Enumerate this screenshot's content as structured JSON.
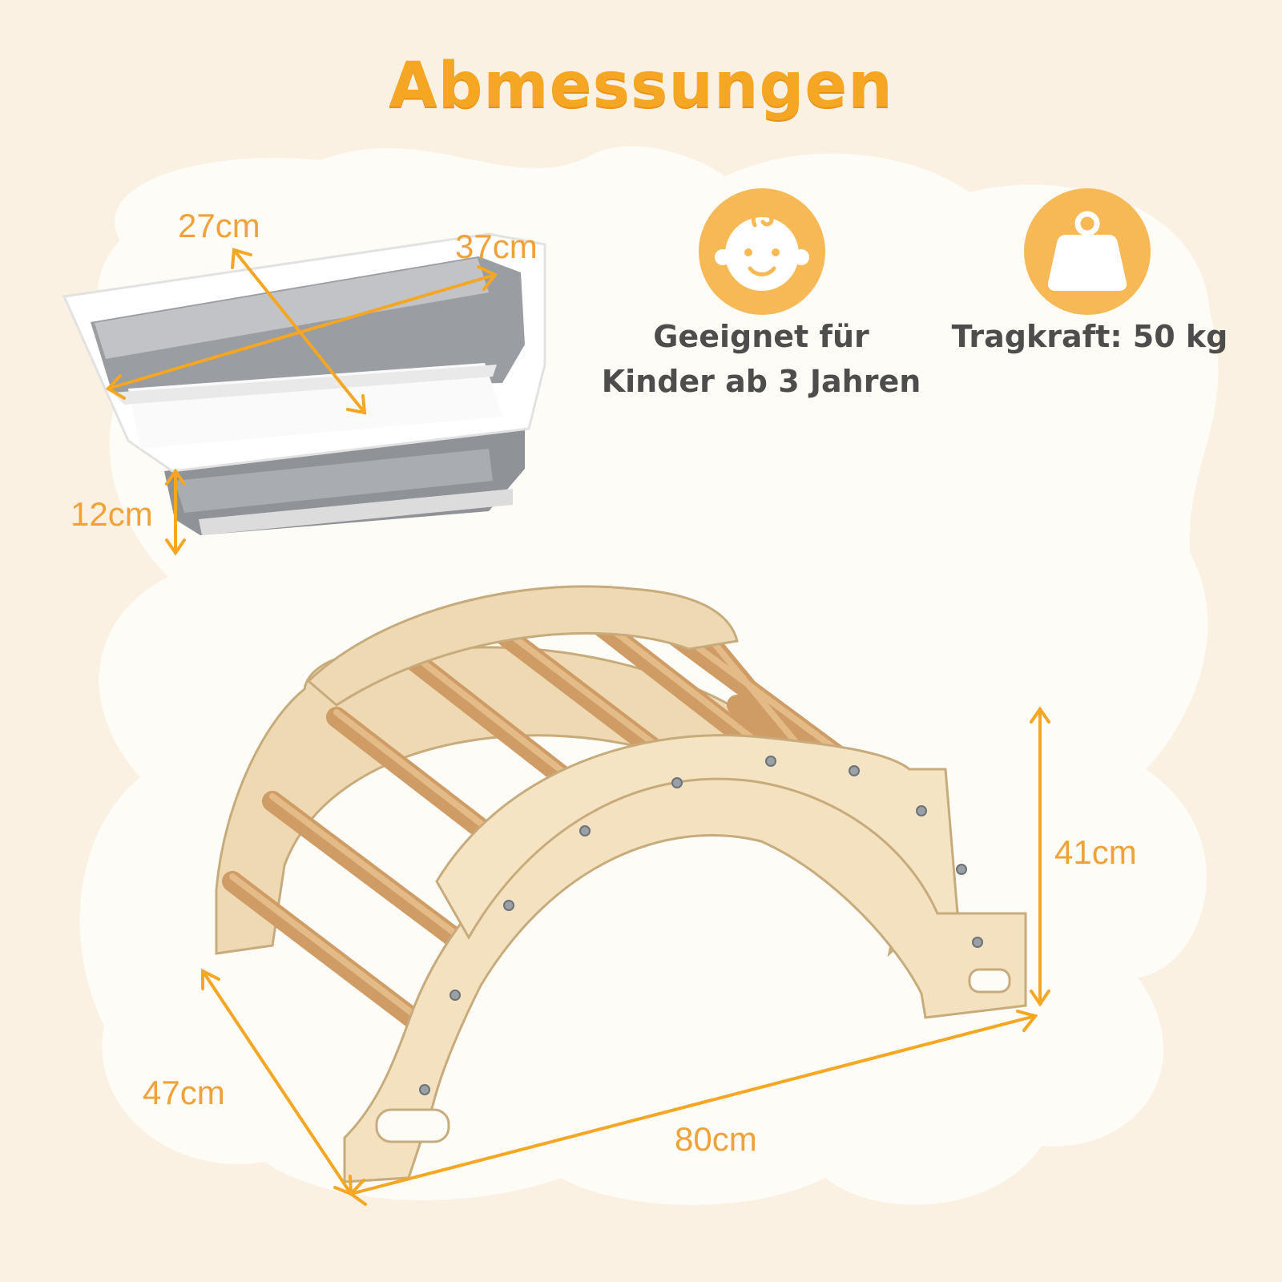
{
  "title": "Abmessungen",
  "basin": {
    "width_label": "27cm",
    "length_label": "37cm",
    "height_label": "12cm"
  },
  "features": [
    {
      "icon": "baby-face-icon",
      "line1": "Geeignet für",
      "line2": "Kinder ab 3 Jahren"
    },
    {
      "icon": "weight-icon",
      "line1": "Tragkraft: 50 kg"
    }
  ],
  "arch": {
    "height_label": "41cm",
    "depth_label": "47cm",
    "length_label": "80cm"
  },
  "colors": {
    "accent": "#f5a623",
    "icon_bg": "#f7b955",
    "text": "#4d4d4d",
    "background": "#fbf1e2",
    "wood": "#ecd3a8"
  }
}
